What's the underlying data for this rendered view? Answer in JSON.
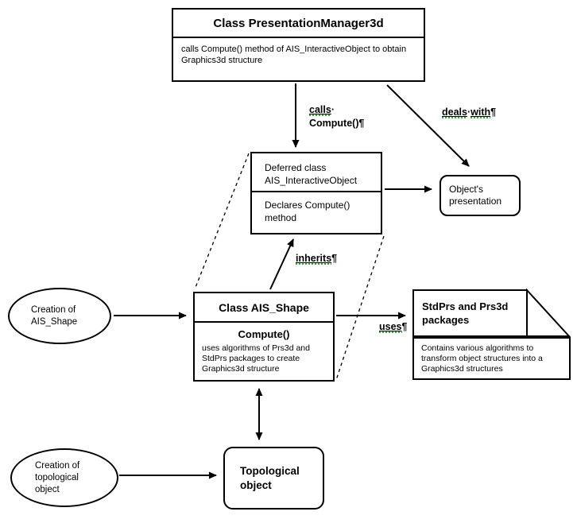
{
  "boxes": {
    "presentation_manager": {
      "title": "Class PresentationManager3d",
      "body": "calls Compute() method of AIS_InteractiveObject to obtain Graphics3d structure"
    },
    "deferred_class": {
      "title": "Deferred class AIS_InteractiveObject",
      "body": "Declares Compute() method"
    },
    "object_presentation": {
      "label": "Object's presentation"
    },
    "ais_shape": {
      "title": "Class AIS_Shape",
      "method": "Compute()",
      "body": "uses algorithms of Prs3d and StdPrs packages to create Graphics3d structure"
    },
    "stdprs": {
      "title": "StdPrs and Prs3d packages",
      "body": "Contains various algorithms to transform object structures into a Graphics3d structures"
    },
    "topological_object": {
      "label": "Topological object"
    }
  },
  "ellipses": {
    "creation_ais_shape": {
      "label": "Creation of AIS_Shape"
    },
    "creation_topological": {
      "label": "Creation of topological object"
    }
  },
  "edge_labels": {
    "calls": {
      "word": "calls",
      "dot": "·",
      "second_line": "Compute()",
      "pilcrow": "¶"
    },
    "deals_with": {
      "word1": "deals",
      "dot": "·",
      "word2": "with",
      "pilcrow": "¶"
    },
    "inherits": {
      "word": "inherits",
      "pilcrow": "¶"
    },
    "uses": {
      "word": "uses",
      "pilcrow": "¶"
    }
  },
  "colors": {
    "line": "#000000",
    "background": "#ffffff",
    "squiggle": "#2fae2f"
  }
}
